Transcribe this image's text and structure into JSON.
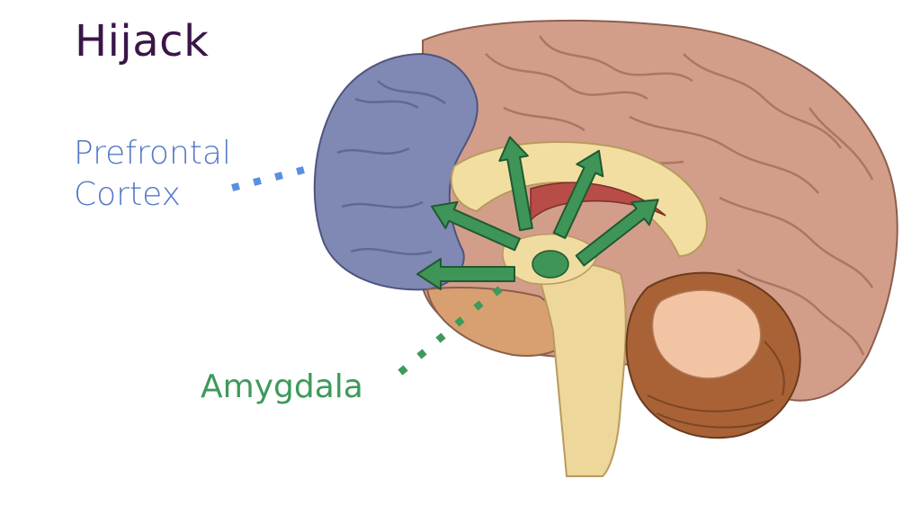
{
  "title": "Hijack",
  "labels": {
    "prefrontal_line1": "Prefrontal",
    "prefrontal_line2": "Cortex",
    "amygdala": "Amygdala"
  },
  "colors": {
    "title": "#3b1548",
    "prefrontal": "#5578c8",
    "amygdala": "#3d9a5b",
    "arrow_fill": "#3f9458",
    "arrow_stroke": "#1f5a30"
  }
}
